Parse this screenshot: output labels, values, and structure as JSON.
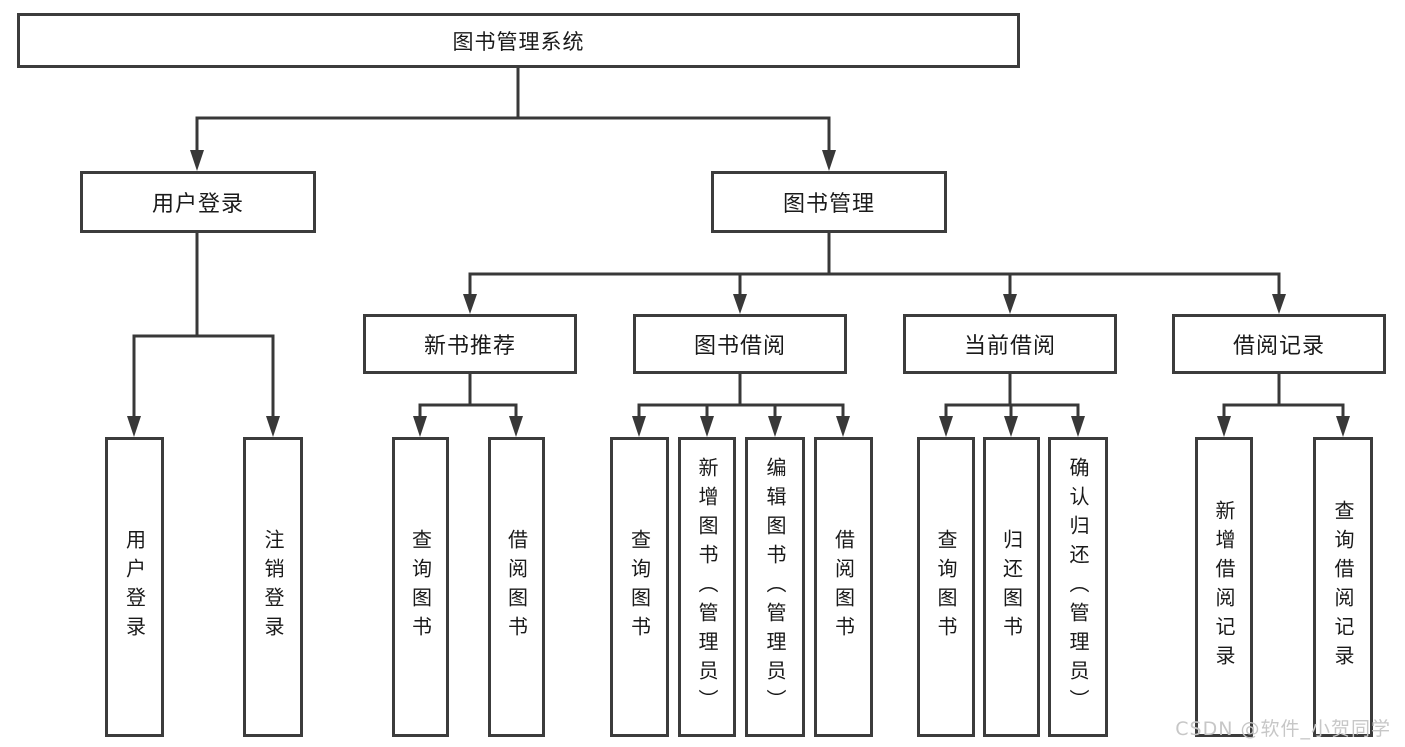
{
  "tree": {
    "root": {
      "label": "图书管理系统"
    },
    "branches": [
      {
        "label": "用户登录",
        "children": [
          {
            "label": "用户登录"
          },
          {
            "label": "注销登录"
          }
        ]
      },
      {
        "label": "图书管理",
        "children": [
          {
            "label": "新书推荐",
            "children": [
              {
                "label": "查询图书"
              },
              {
                "label": "借阅图书"
              }
            ]
          },
          {
            "label": "图书借阅",
            "children": [
              {
                "label": "查询图书"
              },
              {
                "label": "新增图书（管理员）"
              },
              {
                "label": "编辑图书（管理员）"
              },
              {
                "label": "借阅图书"
              }
            ]
          },
          {
            "label": "当前借阅",
            "children": [
              {
                "label": "查询图书"
              },
              {
                "label": "归还图书"
              },
              {
                "label": "确认归还（管理员）"
              }
            ]
          },
          {
            "label": "借阅记录",
            "children": [
              {
                "label": "新增借阅记录"
              },
              {
                "label": "查询借阅记录"
              }
            ]
          }
        ]
      }
    ]
  },
  "watermark": {
    "text": "CSDN @软件_小贺同学"
  },
  "colors": {
    "line": "#383838",
    "box_border": "#3c3c3c",
    "text": "#1a1a1a",
    "watermark": "#c7c7c7",
    "background": "#ffffff"
  }
}
